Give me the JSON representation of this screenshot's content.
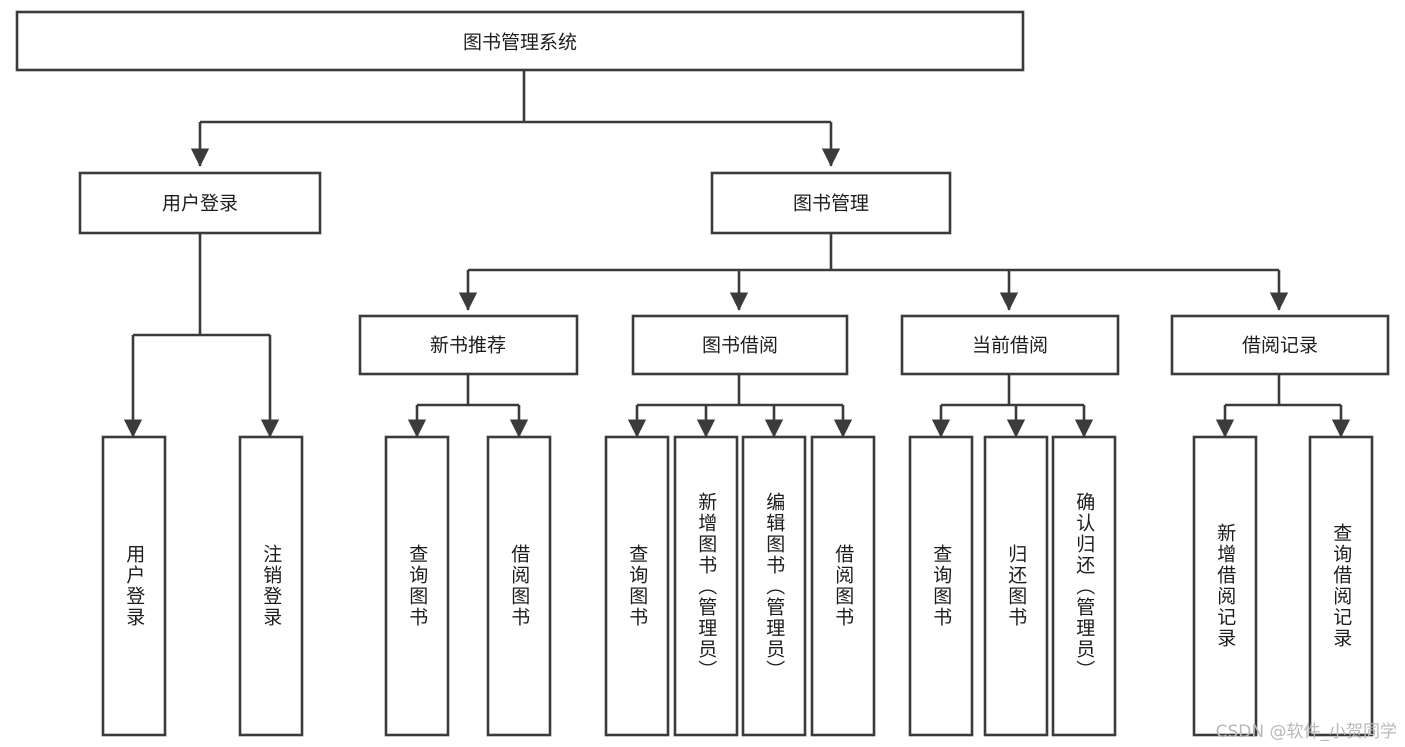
{
  "diagram": {
    "type": "tree",
    "title": "图书管理系统",
    "watermark": "CSDN @软件_小贺同学",
    "colors": {
      "background": "#ffffff",
      "box_fill": "#ffffff",
      "box_stroke": "#3b3b3b",
      "text": "#1d1d1d",
      "watermark": "#b9b9b9"
    },
    "nodes": {
      "root": {
        "label": "图书管理系统"
      },
      "level2": [
        {
          "id": "user-login",
          "label": "用户登录"
        },
        {
          "id": "book-manage",
          "label": "图书管理"
        }
      ],
      "level3": [
        {
          "id": "new-book-recommend",
          "label": "新书推荐"
        },
        {
          "id": "book-borrow",
          "label": "图书借阅"
        },
        {
          "id": "current-borrow",
          "label": "当前借阅"
        },
        {
          "id": "borrow-record",
          "label": "借阅记录"
        }
      ],
      "leaves": {
        "user-login": [
          {
            "id": "leaf-user-login",
            "label": "用户登录"
          },
          {
            "id": "leaf-user-logout",
            "label": "注销登录"
          }
        ],
        "new-book-recommend": [
          {
            "id": "leaf-query-book-1",
            "label": "查询图书"
          },
          {
            "id": "leaf-borrow-book-1",
            "label": "借阅图书"
          }
        ],
        "book-borrow": [
          {
            "id": "leaf-query-book-2",
            "label": "查询图书"
          },
          {
            "id": "leaf-add-book",
            "label": "新增图书（管理员）"
          },
          {
            "id": "leaf-edit-book",
            "label": "编辑图书（管理员）"
          },
          {
            "id": "leaf-borrow-book-2",
            "label": "借阅图书"
          }
        ],
        "current-borrow": [
          {
            "id": "leaf-query-book-3",
            "label": "查询图书"
          },
          {
            "id": "leaf-return-book",
            "label": "归还图书"
          },
          {
            "id": "leaf-confirm-return",
            "label": "确认归还（管理员）"
          }
        ],
        "borrow-record": [
          {
            "id": "leaf-add-record",
            "label": "新增借阅记录"
          },
          {
            "id": "leaf-query-record",
            "label": "查询借阅记录"
          }
        ]
      }
    }
  }
}
